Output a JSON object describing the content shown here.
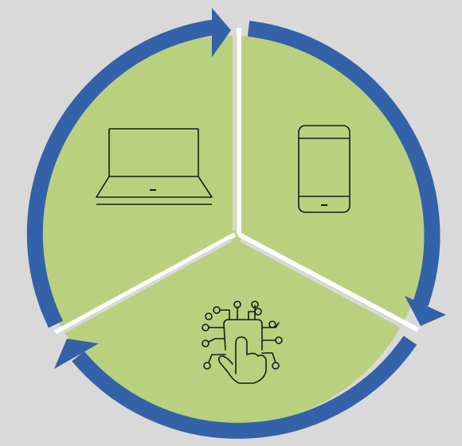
{
  "diagram": {
    "type": "cycle",
    "segments": [
      {
        "id": "laptop",
        "icon": "laptop-icon"
      },
      {
        "id": "smartphone",
        "icon": "smartphone-icon"
      },
      {
        "id": "touch-technology",
        "icon": "touch-circuit-icon"
      }
    ],
    "arrow_direction": "clockwise",
    "colors": {
      "background": "#d9d9d9",
      "segment_fill": "#b9d17e",
      "divider": "#ffffff",
      "ring": "#3462a8",
      "icon_stroke": "#1a1a1a"
    }
  }
}
